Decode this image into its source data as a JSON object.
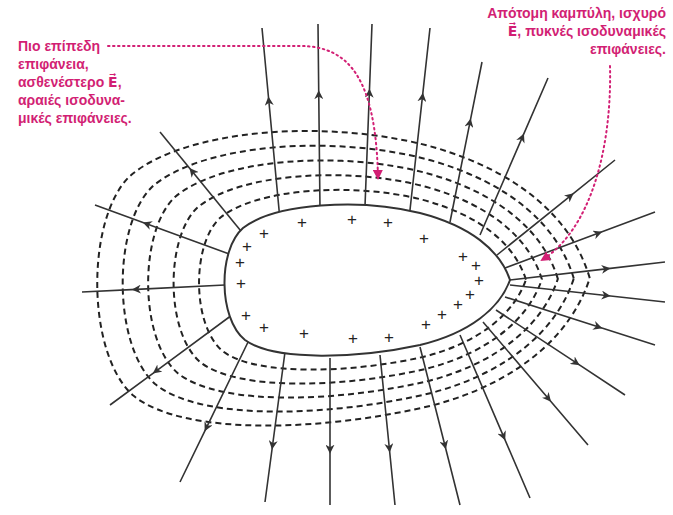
{
  "diagram": {
    "labels": [
      "Πιο επίπεδη επιφάνεια, ασθενέστερο E⃗, αραιές ισοδυνα- μικές επιφάνειες.",
      "Απότομη καμπύλη, ισχυρό E⃗, πυκνές ισοδυναμικές επιφάνειες.",
      "+",
      "+",
      "+",
      "+",
      "+",
      "+",
      "+",
      "+",
      "+",
      "+",
      "+",
      "+",
      "+",
      "+",
      "+",
      "+",
      "+",
      "+",
      "+",
      "+"
    ]
  }
}
